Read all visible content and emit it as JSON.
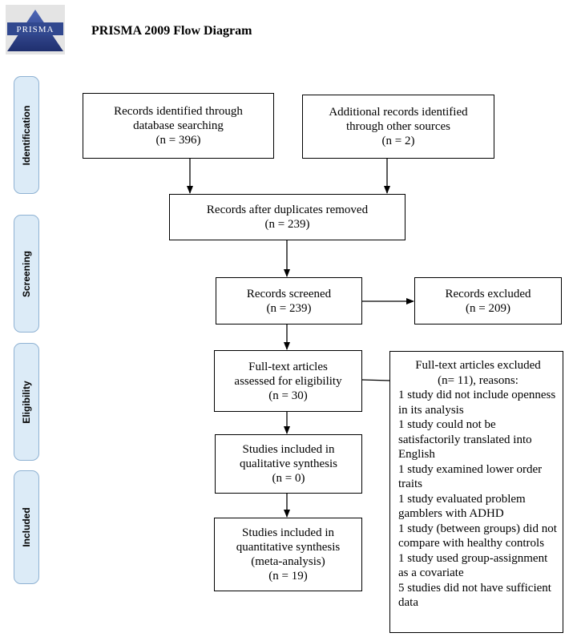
{
  "header": {
    "logo_text": "PRISMA",
    "title": "PRISMA 2009 Flow Diagram"
  },
  "stages": {
    "identification": "Identification",
    "screening": "Screening",
    "eligibility": "Eligibility",
    "included": "Included"
  },
  "boxes": {
    "database_search": {
      "line1": "Records identified through",
      "line2": "database searching",
      "count": "(n = 396)"
    },
    "other_sources": {
      "line1": "Additional records identified",
      "line2": "through other sources",
      "count": "(n = 2)"
    },
    "after_duplicates": {
      "line1": "Records after duplicates removed",
      "count": "(n = 239)"
    },
    "screened": {
      "line1": "Records screened",
      "count": "(n = 239)"
    },
    "excluded": {
      "line1": "Records excluded",
      "count": "(n = 209)"
    },
    "fulltext_assessed": {
      "line1": "Full-text articles",
      "line2": "assessed for eligibility",
      "count": "(n = 30)"
    },
    "qualitative": {
      "line1": "Studies included in",
      "line2": "qualitative synthesis",
      "count": "(n = 0)"
    },
    "quantitative": {
      "line1": "Studies included in",
      "line2": "quantitative synthesis",
      "line3": "(meta-analysis)",
      "count": "(n = 19)"
    }
  },
  "fulltext_excluded": {
    "heading_line1": "Full-text articles excluded",
    "heading_line2": "(n= 11), reasons:",
    "reasons": [
      "1 study did not include openness in its analysis",
      "1 study could not be satisfactorily translated into English",
      "1 study examined lower order traits",
      "1 study evaluated problem gamblers with ADHD",
      "1 study (between groups) did not compare with healthy controls",
      "1 study used group-assignment as a covariate",
      "5 studies did not have sufficient data"
    ]
  },
  "colors": {
    "stage_fill": "#dcebf7",
    "stage_border": "#8fb2d3",
    "logo_blue": "#2f4a9a"
  },
  "icons": {
    "logo": "prisma-logo"
  }
}
